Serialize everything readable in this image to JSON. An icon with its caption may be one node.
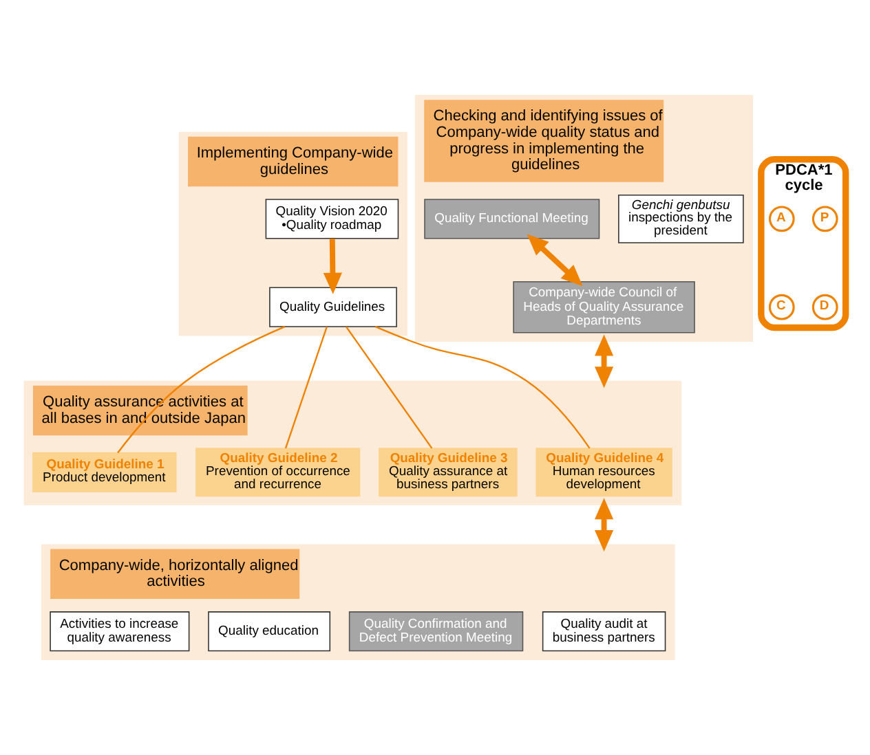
{
  "diagram": {
    "nodes": [
      {
        "text": [
          "Implementing Company-wide guidelines"
        ]
      },
      {
        "text": [
          "Quality Vision 2020",
          "•Quality roadmap"
        ],
        "in": 0
      },
      {
        "text": [
          "Quality Guidelines"
        ],
        "in": 0
      },
      {
        "text": [
          "PDCA*1 cycle"
        ]
      },
      {
        "text": [
          "P"
        ],
        "in": 3
      },
      {
        "text": [
          "A"
        ],
        "in": 3
      },
      {
        "text": [
          "C"
        ],
        "in": 3
      },
      {
        "text": [
          "D"
        ],
        "in": 3
      },
      {
        "text": [
          "Checking and identifying issues of Company-wide quality status and progress in implementing the guidelines"
        ]
      },
      {
        "text": [
          "*Genchi genbutsu* inspections by the president"
        ],
        "in": 8
      },
      {
        "text": [
          "Quality Functional Meeting"
        ],
        "in": 8
      },
      {
        "text": [
          "Company-wide Council of Heads of Quality Assurance Departments"
        ],
        "in": 8
      },
      {
        "text": [
          "Quality assurance activities at all bases in and outside Japan"
        ]
      },
      {
        "text": [
          "Quality Guideline 1",
          "Product development"
        ],
        "in": 12
      },
      {
        "text": [
          "Quality Guideline 2",
          "Prevention of occurrence and recurrence"
        ],
        "in": 12
      },
      {
        "text": [
          "Quality Guideline 3",
          "Quality assurance at business partners"
        ],
        "in": 12
      },
      {
        "text": [
          "Quality Guideline 4",
          "Human resources development"
        ],
        "in": 12
      },
      {
        "text": [
          "Company-wide, horizontally aligned activities"
        ]
      },
      {
        "text": [
          "Activities to increase quality awareness"
        ],
        "in": 17
      },
      {
        "text": [
          "Quality education"
        ],
        "in": 17
      },
      {
        "text": [
          "Quality Confirmation and Defect Prevention Meeting"
        ],
        "in": 17
      },
      {
        "text": [
          "Quality audit at business partners"
        ],
        "in": 17
      }
    ],
    "edges": [
      {
        "from": 1,
        "to": 2,
        "arrow": "to",
        "style": "thick"
      },
      {
        "from": 2,
        "to": 13,
        "arrow": "none"
      },
      {
        "from": 2,
        "to": 14,
        "arrow": "none"
      },
      {
        "from": 2,
        "to": 15,
        "arrow": "none"
      },
      {
        "from": 2,
        "to": 16,
        "arrow": "none"
      },
      {
        "from": 10,
        "to": 11,
        "arrow": "both",
        "style": "thick"
      },
      {
        "from": 8,
        "to": 12,
        "arrow": "both",
        "style": "thick"
      },
      {
        "from": 12,
        "to": 17,
        "arrow": "both",
        "style": "thick"
      }
    ]
  }
}
